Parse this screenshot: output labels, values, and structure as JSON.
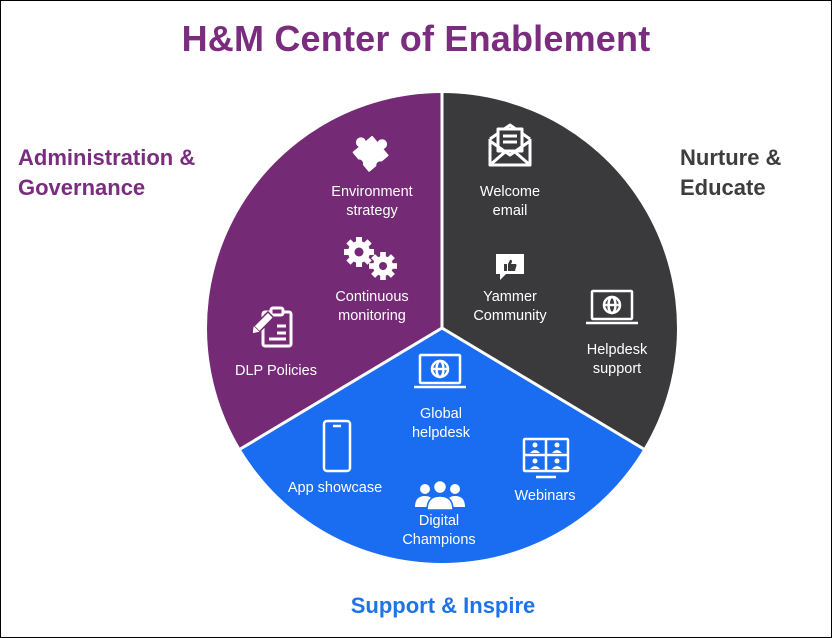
{
  "title": "H&M Center of Enablement",
  "colors": {
    "administration": "#742a74",
    "nurture": "#3a3a3c",
    "support": "#1a6df0",
    "title": "#7a2d7e"
  },
  "sections": {
    "administration": {
      "label_line1": "Administration &",
      "label_line2": "Governance",
      "items": [
        {
          "line1": "Environment",
          "line2": "strategy",
          "icon": "puzzle-icon"
        },
        {
          "line1": "Continuous",
          "line2": "monitoring",
          "icon": "gears-icon"
        },
        {
          "line1": "DLP Policies",
          "line2": "",
          "icon": "clipboard-pen-icon"
        }
      ]
    },
    "nurture": {
      "label_line1": "Nurture &",
      "label_line2": "Educate",
      "items": [
        {
          "line1": "Welcome",
          "line2": "email",
          "icon": "email-icon"
        },
        {
          "line1": "Yammer",
          "line2": "Community",
          "icon": "chat-like-icon"
        },
        {
          "line1": "Helpdesk",
          "line2": "support",
          "icon": "laptop-globe-icon"
        }
      ]
    },
    "support": {
      "label": "Support & Inspire",
      "items": [
        {
          "line1": "Global",
          "line2": "helpdesk",
          "icon": "laptop-globe-icon"
        },
        {
          "line1": "App showcase",
          "line2": "",
          "icon": "phone-icon"
        },
        {
          "line1": "Digital",
          "line2": "Champions",
          "icon": "people-icon"
        },
        {
          "line1": "Webinars",
          "line2": "",
          "icon": "video-meeting-icon"
        }
      ]
    }
  }
}
